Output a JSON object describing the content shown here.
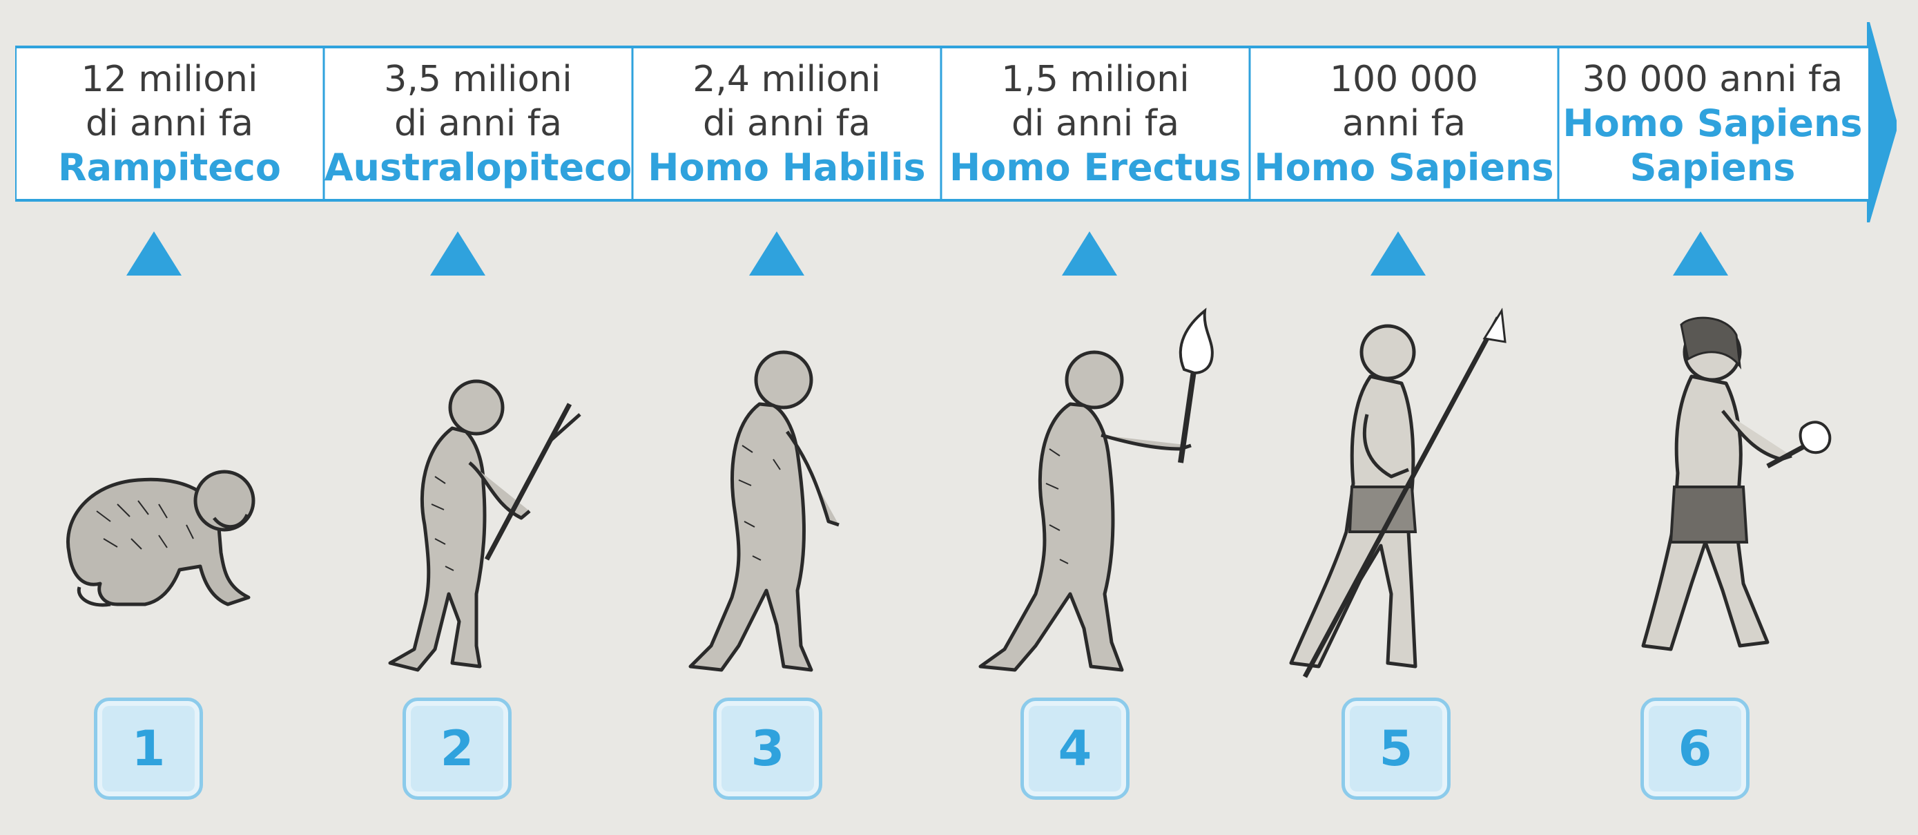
{
  "timeline": {
    "stages": [
      {
        "time_line1": "12 milioni",
        "time_line2": "di anni fa",
        "name_line1": "Rampiteco",
        "name_line2": ""
      },
      {
        "time_line1": "3,5 milioni",
        "time_line2": "di anni fa",
        "name_line1": "Australopiteco",
        "name_line2": ""
      },
      {
        "time_line1": "2,4 milioni",
        "time_line2": "di anni fa",
        "name_line1": "Homo Habilis",
        "name_line2": ""
      },
      {
        "time_line1": "1,5 milioni",
        "time_line2": "di anni fa",
        "name_line1": "Homo Erectus",
        "name_line2": ""
      },
      {
        "time_line1": "100 000",
        "time_line2": "anni fa",
        "name_line1": "Homo Sapiens",
        "name_line2": ""
      },
      {
        "time_line1": "30 000 anni fa",
        "time_line2": "",
        "name_line1": "Homo Sapiens",
        "name_line2": "Sapiens"
      }
    ]
  },
  "figures": [
    {
      "number": "1",
      "icon": "crouching-ape-icon"
    },
    {
      "number": "2",
      "icon": "stooped-hominid-with-stick-icon"
    },
    {
      "number": "3",
      "icon": "walking-hominid-icon"
    },
    {
      "number": "4",
      "icon": "hominid-with-torch-icon"
    },
    {
      "number": "5",
      "icon": "human-with-spear-icon"
    },
    {
      "number": "6",
      "icon": "human-with-stone-axe-icon"
    }
  ],
  "colors": {
    "accent": "#2fa2dd",
    "badge_fill": "#cfe9f6",
    "text": "#3b3b3b",
    "paper": "#e9e8e4"
  }
}
